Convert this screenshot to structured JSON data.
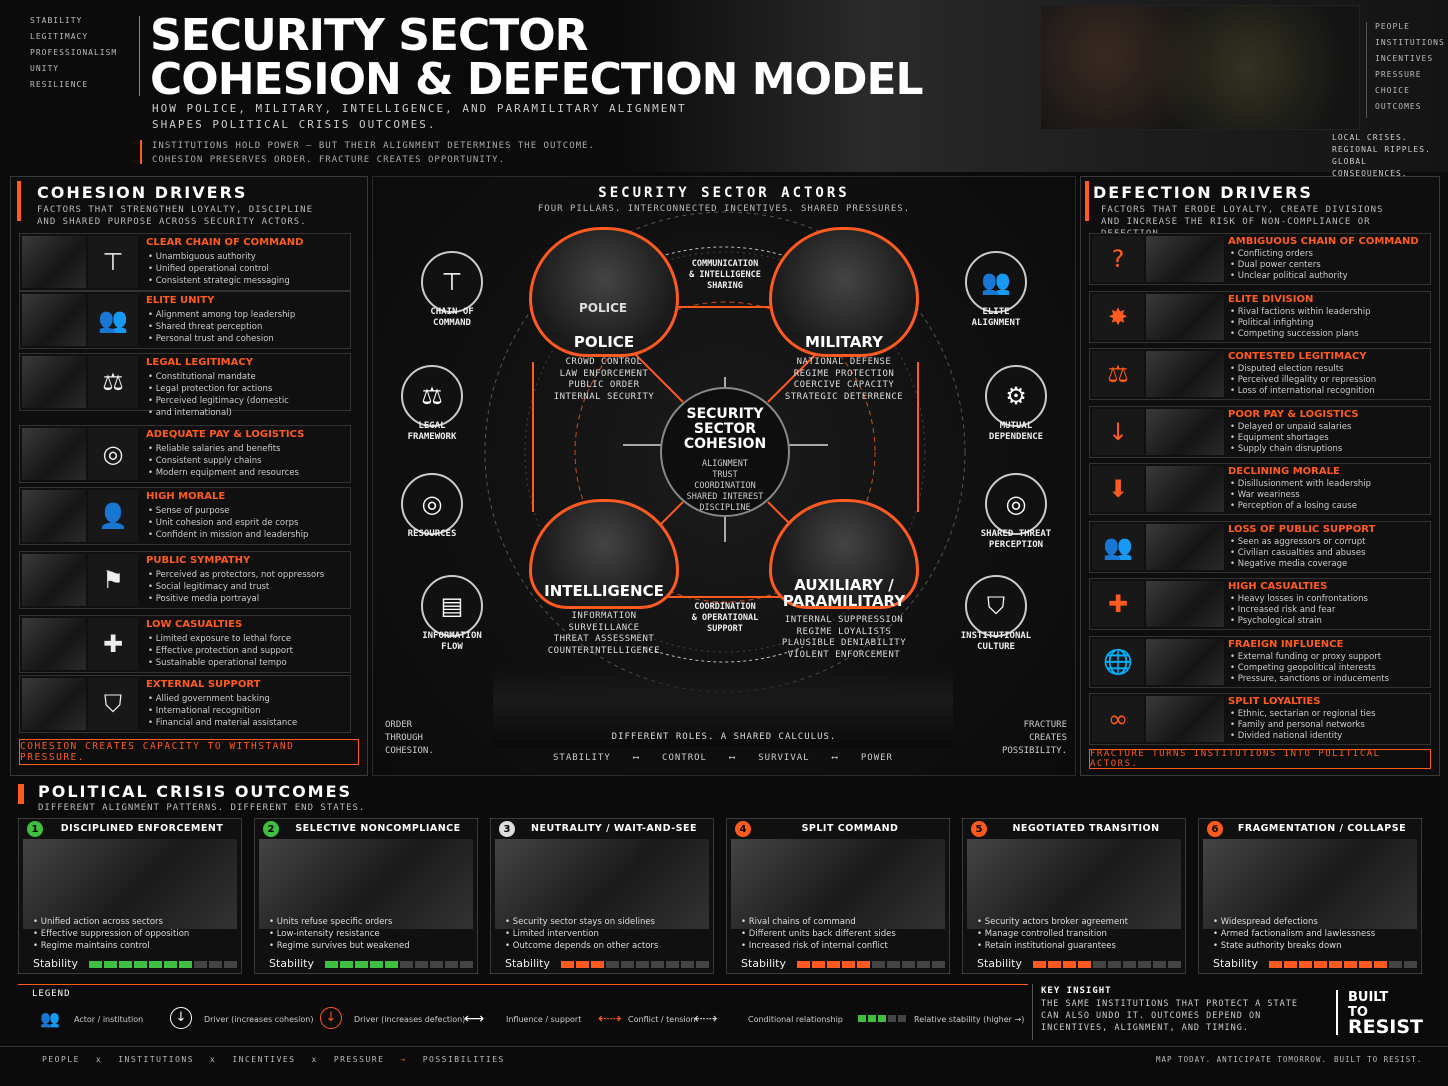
{
  "header": {
    "tags_left": [
      "STABILITY",
      "LEGITIMACY",
      "PROFESSIONALISM",
      "UNITY",
      "RESILIENCE"
    ],
    "title_line1": "SECURITY SECTOR",
    "title_line2": "COHESION & DEFECTION MODEL",
    "subtitle_line1": "HOW POLICE, MILITARY, INTELLIGENCE, AND PARAMILITARY ALIGNMENT",
    "subtitle_line2": "SHAPES POLITICAL CRISIS OUTCOMES.",
    "tagline_line1": "INSTITUTIONS HOLD POWER — BUT THEIR ALIGNMENT DETERMINES THE OUTCOME.",
    "tagline_line2": "COHESION PRESERVES ORDER. FRACTURE CREATES OPPORTUNITY.",
    "tags_right": [
      "PEOPLE",
      "INSTITUTIONS",
      "INCENTIVES",
      "PRESSURE",
      "CHOICE",
      "OUTCOMES"
    ],
    "map_caption": [
      "LOCAL CRISES.",
      "REGIONAL RIPPLES.",
      "GLOBAL CONSEQUENCES."
    ]
  },
  "cohesion": {
    "title": "COHESION DRIVERS",
    "desc_line1": "FACTORS THAT STRENGTHEN LOYALTY, DISCIPLINE",
    "desc_line2": "AND SHARED PURPOSE ACROSS SECURITY ACTORS.",
    "footer": "COHESION CREATES CAPACITY TO WITHSTAND PRESSURE.",
    "items": [
      {
        "title": "CLEAR CHAIN OF COMMAND",
        "icon": "hierarchy-icon",
        "glyph": "⊤",
        "b": [
          "Unambiguous authority",
          "Unified operational control",
          "Consistent strategic messaging"
        ]
      },
      {
        "title": "ELITE UNITY",
        "icon": "group-icon",
        "glyph": "👥",
        "b": [
          "Alignment among top leadership",
          "Shared threat perception",
          "Personal trust and cohesion"
        ]
      },
      {
        "title": "LEGAL LEGITIMACY",
        "icon": "scales-icon",
        "glyph": "⚖",
        "b": [
          "Constitutional mandate",
          "Legal protection for actions",
          "Perceived legitimacy (domestic",
          "and international)"
        ]
      },
      {
        "title": "ADEQUATE PAY & LOGISTICS",
        "icon": "coins-icon",
        "glyph": "◎",
        "b": [
          "Reliable salaries and benefits",
          "Consistent supply chains",
          "Modern equipment and resources"
        ]
      },
      {
        "title": "HIGH MORALE",
        "icon": "person-icon",
        "glyph": "👤",
        "b": [
          "Sense of purpose",
          "Unit cohesion and esprit de corps",
          "Confident in mission and leadership"
        ]
      },
      {
        "title": "PUBLIC SYMPATHY",
        "icon": "crowd-icon",
        "glyph": "⚑",
        "b": [
          "Perceived as protectors, not oppressors",
          "Social legitimacy and trust",
          "Positive media portrayal"
        ]
      },
      {
        "title": "LOW CASUALTIES",
        "icon": "cross-icon",
        "glyph": "✚",
        "b": [
          "Limited exposure to lethal force",
          "Effective protection and support",
          "Sustainable operational tempo"
        ]
      },
      {
        "title": "EXTERNAL SUPPORT",
        "icon": "shield-icon",
        "glyph": "⛉",
        "b": [
          "Allied government backing",
          "International recognition",
          "Financial and material assistance"
        ]
      }
    ]
  },
  "center": {
    "title": "SECURITY SECTOR ACTORS",
    "subtitle": "FOUR PILLARS. INTERCONNECTED INCENTIVES. SHARED PRESSURES.",
    "comm_label": [
      "COMMUNICATION",
      "& INTELLIGENCE",
      "SHARING"
    ],
    "coord_label": [
      "COORDINATION",
      "& OPERATIONAL",
      "SUPPORT"
    ],
    "core_title": [
      "SECURITY",
      "SECTOR",
      "COHESION"
    ],
    "core_items": [
      "ALIGNMENT",
      "TRUST",
      "COORDINATION",
      "SHARED INTEREST",
      "DISCIPLINE"
    ],
    "police": {
      "name": "POLICE",
      "badge": "POLICE",
      "d": [
        "CROWD CONTROL",
        "LAW ENFORCEMENT",
        "PUBLIC ORDER",
        "INTERNAL SECURITY"
      ]
    },
    "military": {
      "name": "MILITARY",
      "d": [
        "NATIONAL DEFENSE",
        "REGIME PROTECTION",
        "COERCIVE CAPACITY",
        "STRATEGIC DETERRENCE"
      ]
    },
    "intelligence": {
      "name": "INTELLIGENCE",
      "d": [
        "INFORMATION",
        "SURVEILLANCE",
        "THREAT ASSESSMENT",
        "COUNTERINTELLIGENCE"
      ]
    },
    "auxiliary": {
      "name1": "AUXILIARY /",
      "name2": "PARAMILITARY",
      "d": [
        "INTERNAL SUPPRESSION",
        "REGIME LOYALISTS",
        "PLAUSIBLE DENIABILITY",
        "VIOLENT ENFORCEMENT"
      ]
    },
    "nodes_left": [
      {
        "l1": "CHAIN OF",
        "l2": "COMMAND",
        "icon": "hierarchy-icon",
        "glyph": "⊤"
      },
      {
        "l1": "LEGAL",
        "l2": "FRAMEWORK",
        "icon": "scales-icon",
        "glyph": "⚖"
      },
      {
        "l1": "RESOURCES",
        "l2": "",
        "icon": "coins-icon",
        "glyph": "◎"
      },
      {
        "l1": "INFORMATION",
        "l2": "FLOW",
        "icon": "document-icon",
        "glyph": "▤"
      }
    ],
    "nodes_right": [
      {
        "l1": "ELITE",
        "l2": "ALIGNMENT",
        "icon": "group-icon",
        "glyph": "👥"
      },
      {
        "l1": "MUTUAL",
        "l2": "DEPENDENCE",
        "icon": "gears-icon",
        "glyph": "⚙"
      },
      {
        "l1": "SHARED THREAT",
        "l2": "PERCEPTION",
        "icon": "target-icon",
        "glyph": "◎"
      },
      {
        "l1": "INSTITUTIONAL",
        "l2": "CULTURE",
        "icon": "shield-icon",
        "glyph": "⛉"
      }
    ],
    "bottom_left": [
      "ORDER",
      "THROUGH",
      "COHESION."
    ],
    "bottom_right": [
      "FRACTURE",
      "CREATES",
      "POSSIBILITY."
    ],
    "bottom_center": "DIFFERENT ROLES. A SHARED CALCULUS.",
    "flow": [
      "STABILITY",
      "CONTROL",
      "SURVIVAL",
      "POWER"
    ],
    "arrow": "⟷"
  },
  "defection": {
    "title": "DEFECTION DRIVERS",
    "desc_line1": "FACTORS THAT ERODE LOYALTY, CREATE DIVISIONS",
    "desc_line2": "AND INCREASE THE RISK OF NON-COMPLIANCE OR DEFECTION.",
    "footer": "FRACTURE TURNS INSTITUTIONS INTO POLITICAL ACTORS.",
    "items": [
      {
        "title": "AMBIGUOUS CHAIN OF COMMAND",
        "icon": "question-icon",
        "glyph": "?",
        "b": [
          "Conflicting orders",
          "Dual power centers",
          "Unclear political authority"
        ]
      },
      {
        "title": "ELITE DIVISION",
        "icon": "split-icon",
        "glyph": "✸",
        "b": [
          "Rival factions within leadership",
          "Political infighting",
          "Competing succession plans"
        ]
      },
      {
        "title": "CONTESTED LEGITIMACY",
        "icon": "scales-icon",
        "glyph": "⚖",
        "b": [
          "Disputed election results",
          "Perceived illegality or repression",
          "Loss of international recognition"
        ]
      },
      {
        "title": "POOR PAY & LOGISTICS",
        "icon": "down-coins-icon",
        "glyph": "↓",
        "b": [
          "Delayed or unpaid salaries",
          "Equipment shortages",
          "Supply chain disruptions"
        ]
      },
      {
        "title": "DECLINING MORALE",
        "icon": "down-arrow-icon",
        "glyph": "⬇",
        "b": [
          "Disillusionment with leadership",
          "War weariness",
          "Perception of a losing cause"
        ]
      },
      {
        "title": "LOSS OF PUBLIC SUPPORT",
        "icon": "people-x-icon",
        "glyph": "👥",
        "b": [
          "Seen as aggressors or corrupt",
          "Civilian casualties and abuses",
          "Negative media coverage"
        ]
      },
      {
        "title": "HIGH CASUALTIES",
        "icon": "cross-icon",
        "glyph": "✚",
        "b": [
          "Heavy losses in confrontations",
          "Increased risk and fear",
          "Psychological strain"
        ]
      },
      {
        "title": "FRAEIGN INFLUENCE",
        "icon": "globe-icon",
        "glyph": "🌐",
        "b": [
          "External funding or proxy support",
          "Competing geopolitical interests",
          "Pressure, sanctions or inducements"
        ]
      },
      {
        "title": "SPLIT LOYALTIES",
        "icon": "broken-link-icon",
        "glyph": "∞",
        "b": [
          "Ethnic, sectarian or regional ties",
          "Family and personal networks",
          "Divided national identity"
        ]
      }
    ]
  },
  "outcomes": {
    "title": "POLITICAL CRISIS OUTCOMES",
    "subtitle": "DIFFERENT ALIGNMENT PATTERNS. DIFFERENT END STATES.",
    "stability_label": "Stability",
    "items": [
      {
        "n": "1",
        "title": "DISCIPLINED ENFORCEMENT",
        "color": "#3fbf3f",
        "level": 0.7,
        "b": [
          "Unified action across sectors",
          "Effective suppression of opposition",
          "Regime maintains control"
        ]
      },
      {
        "n": "2",
        "title": "SELECTIVE NONCOMPLIANCE",
        "color": "#3fbf3f",
        "level": 0.5,
        "b": [
          "Units refuse specific orders",
          "Low-intensity resistance",
          "Regime survives but weakened"
        ]
      },
      {
        "n": "3",
        "title": "NEUTRALITY / WAIT-AND-SEE",
        "color": "#dddddd",
        "level": 0.3,
        "b": [
          "Security sector stays on sidelines",
          "Limited intervention",
          "Outcome depends on other actors"
        ]
      },
      {
        "n": "4",
        "title": "SPLIT COMMAND",
        "color": "#ff5a1f",
        "level": 0.5,
        "b": [
          "Rival chains of command",
          "Different units back different sides",
          "Increased risk of internal conflict"
        ]
      },
      {
        "n": "5",
        "title": "NEGOTIATED TRANSITION",
        "color": "#ff5a1f",
        "level": 0.4,
        "b": [
          "Security actors broker agreement",
          "Manage controlled transition",
          "Retain institutional guarantees"
        ]
      },
      {
        "n": "6",
        "title": "FRAGMENTATION / COLLAPSE",
        "color": "#ff5a1f",
        "level": 0.8,
        "b": [
          "Widespread defections",
          "Armed factionalism and lawlessness",
          "State authority breaks down"
        ]
      }
    ]
  },
  "legend": {
    "title": "LEGEND",
    "items": [
      "Actor / institution",
      "Driver (increases cohesion)",
      "Driver (increases defection)",
      "Influence / support",
      "Conflict / tension",
      "Conditional relationship",
      "Relative stability (higher →)"
    ]
  },
  "insight": {
    "title": "KEY INSIGHT",
    "l1": "THE SAME INSTITUTIONS THAT PROTECT A STATE",
    "l2": "CAN ALSO UNDO IT. OUTCOMES DEPEND ON",
    "l3": "INCENTIVES, ALIGNMENT, AND TIMING."
  },
  "brand": {
    "l1": "BUILT",
    "l2": "TO",
    "l3": "RESIST"
  },
  "footer": {
    "items": [
      "PEOPLE",
      "x",
      "INSTITUTIONS",
      "x",
      "INCENTIVES",
      "x",
      "PRESSURE",
      "→",
      "POSSIBILITIES"
    ],
    "right1": "MAP TODAY. ANTICIPATE TOMORROW.",
    "right2": "BUILT TO RESIST."
  },
  "colors": {
    "accent": "#ff5a1f",
    "green": "#3fbf3f",
    "bg": "#0b0b0b"
  }
}
